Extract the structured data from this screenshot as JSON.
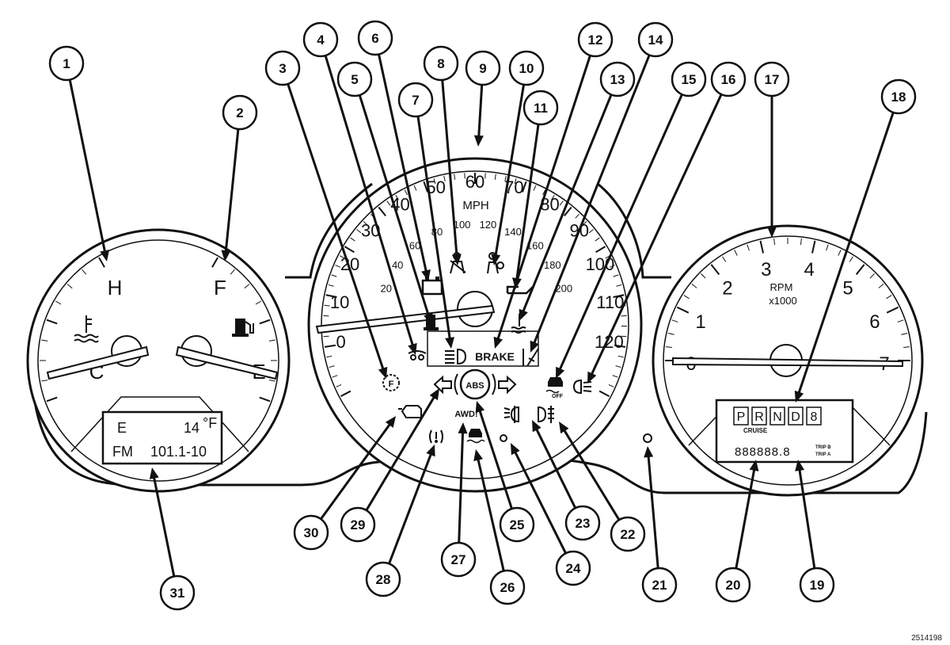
{
  "figure_id": "2514198",
  "temp_gauge": {
    "hot_label": "H",
    "cold_label": "C"
  },
  "fuel_gauge": {
    "full_label": "F",
    "empty_label": "E"
  },
  "speedometer": {
    "unit": "MPH",
    "mph_labels": [
      "0",
      "10",
      "20",
      "30",
      "40",
      "50",
      "60",
      "70",
      "80",
      "90",
      "100",
      "110",
      "120"
    ],
    "kmh_labels": [
      "20",
      "40",
      "60",
      "80",
      "100",
      "120",
      "140",
      "160",
      "180",
      "200"
    ],
    "brake_label": "BRAKE",
    "abs_label": "ABS",
    "awd_label": "AWD!",
    "off_label": "OFF"
  },
  "tachometer": {
    "unit_line1": "RPM",
    "unit_line2": "x1000",
    "labels": [
      "0",
      "1",
      "2",
      "3",
      "4",
      "5",
      "6",
      "7"
    ]
  },
  "odometer_display": {
    "compass": "E",
    "temperature": "14",
    "temperature_unit": "°F",
    "radio_band": "FM",
    "radio_frequency": "101.1-10"
  },
  "prnd_display": {
    "gears": [
      "P",
      "R",
      "N",
      "D",
      "8"
    ],
    "cruise_label": "CRUISE",
    "odometer_digits": "888888.8",
    "trip_b": "TRIP B",
    "trip_a": "TRIP A"
  },
  "callouts": [
    "1",
    "2",
    "3",
    "4",
    "5",
    "6",
    "7",
    "8",
    "9",
    "10",
    "11",
    "12",
    "13",
    "14",
    "15",
    "16",
    "17",
    "18",
    "19",
    "20",
    "21",
    "22",
    "23",
    "24",
    "25",
    "26",
    "27",
    "28",
    "29",
    "30",
    "31"
  ],
  "icons": [
    "coolant-temp-icon",
    "fuel-pump-icon",
    "transmission-temp-icon",
    "seatbelt-icon",
    "oil-pressure-icon",
    "battery-icon",
    "airbag-icon",
    "high-beam-icon",
    "low-fuel-icon",
    "coolant-warning-icon",
    "traction-control-off-icon",
    "headlamp-icon",
    "left-turn-icon",
    "right-turn-icon",
    "check-engine-icon",
    "tpms-icon",
    "stability-icon",
    "front-fog-icon",
    "rear-fog-icon",
    "liftgate-icon"
  ]
}
